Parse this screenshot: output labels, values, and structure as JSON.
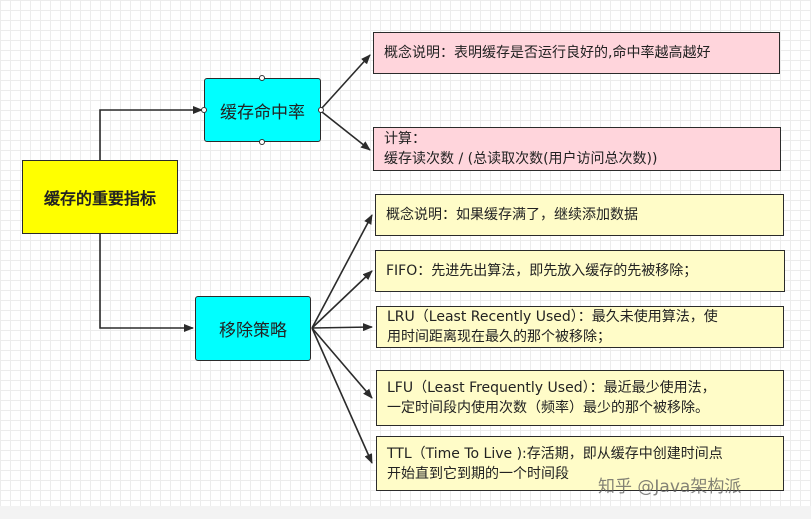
{
  "diagram": {
    "root": {
      "label": "缓存的重要指标"
    },
    "branches": [
      {
        "label": "缓存命中率",
        "items": [
          {
            "lines": [
              "概念说明：表明缓存是否运行良好的,命中率越高越好"
            ]
          },
          {
            "lines": [
              "计算：",
              "缓存读次数 / (总读取次数(用户访问总次数))"
            ]
          }
        ]
      },
      {
        "label": "移除策略",
        "items": [
          {
            "lines": [
              "概念说明：如果缓存满了，继续添加数据"
            ]
          },
          {
            "lines": [
              "FIFO：先进先出算法，即先放入缓存的先被移除；"
            ]
          },
          {
            "lines": [
              "LRU（Least Recently Used）：最久未使用算法，使",
              "用时间距离现在最久的那个被移除；"
            ]
          },
          {
            "lines": [
              "LFU（Least Frequently Used）：最近最少使用法，",
              "一定时间段内使用次数（频率）最少的那个被移除。"
            ]
          },
          {
            "lines": [
              "TTL（Time To Live ):存活期，即从缓存中创建时间点",
              "开始直到它到期的一个时间段"
            ]
          }
        ]
      }
    ],
    "colors": {
      "root_fill": "#ffff00",
      "branch_fill": "#00ffff",
      "hit_items_fill": "#ffd5dc",
      "evict_items_fill": "#fffcc8",
      "line": "#2b2b2b"
    }
  },
  "watermark": "知乎 @Java架构派"
}
